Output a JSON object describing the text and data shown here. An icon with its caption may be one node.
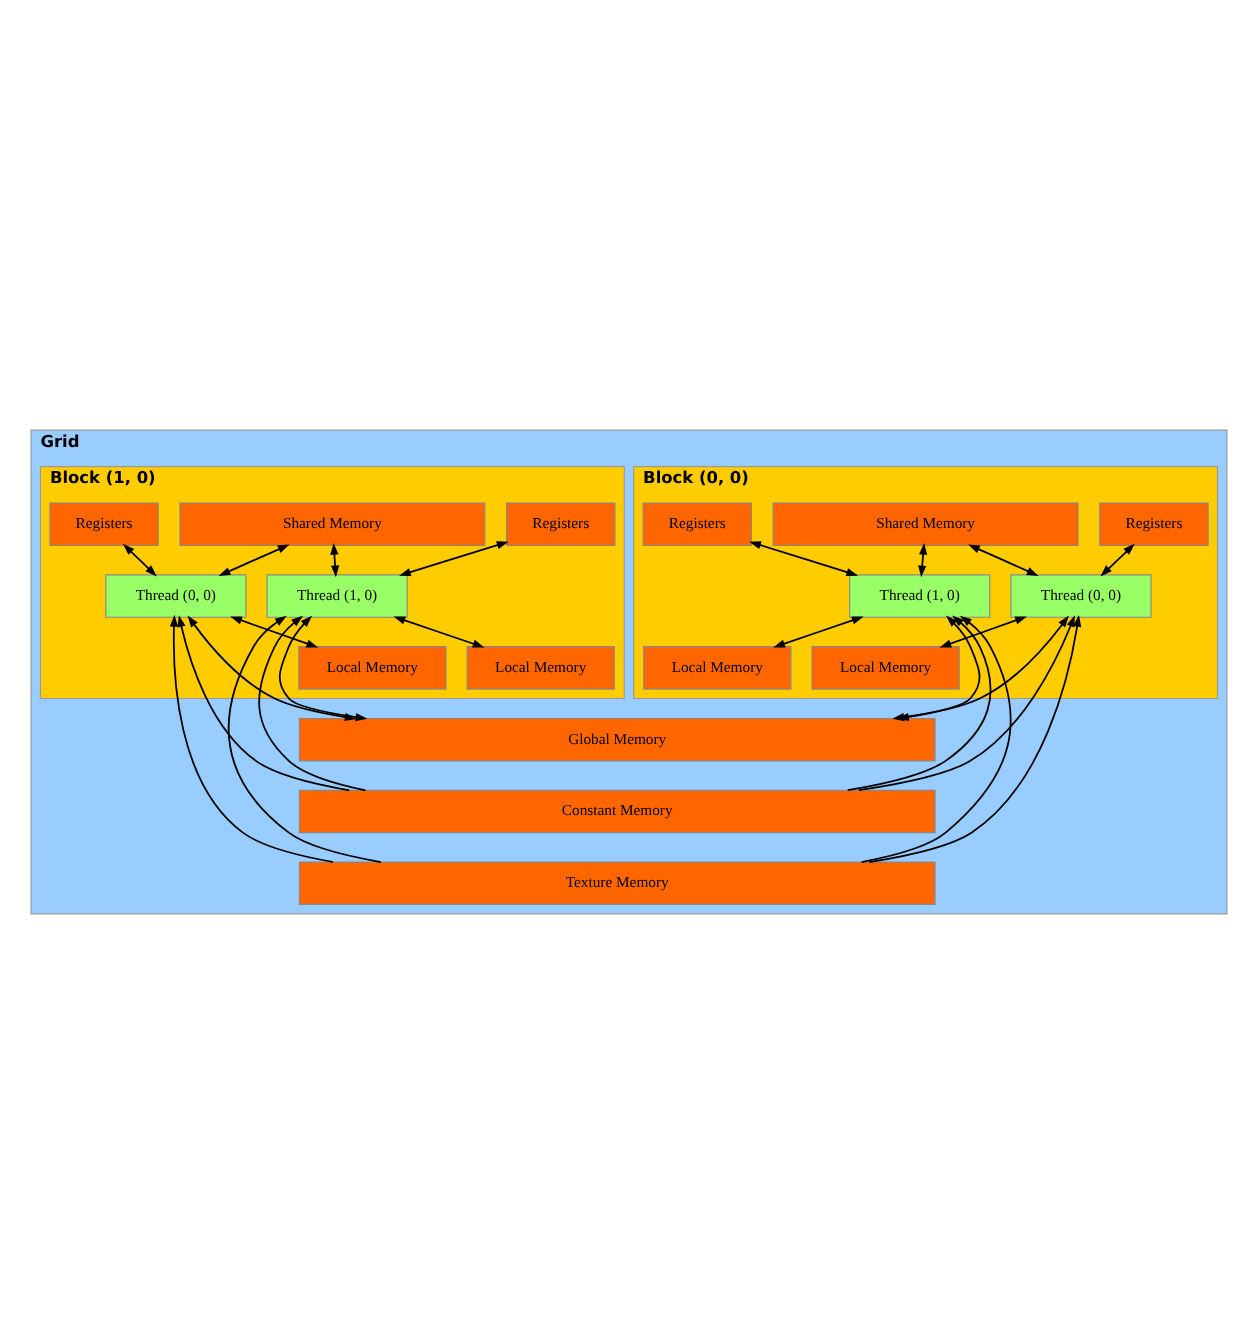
{
  "diagram": {
    "nodes": [
      {
        "text": [
          "Grid"
        ]
      },
      {
        "text": [
          "Block (0, 0)"
        ],
        "in": 0
      },
      {
        "text": [
          "Shared Memory"
        ],
        "in": 1
      },
      {
        "text": [
          "Registers"
        ],
        "in": 1
      },
      {
        "text": [
          "Registers"
        ],
        "in": 1
      },
      {
        "text": [
          "Thread (0, 0)"
        ],
        "in": 1
      },
      {
        "text": [
          "Thread (1, 0)"
        ],
        "in": 1
      },
      {
        "text": [
          "Local Memory"
        ],
        "in": 1
      },
      {
        "text": [
          "Local Memory"
        ],
        "in": 1
      },
      {
        "text": [
          "Block (1, 0)"
        ],
        "in": 0
      },
      {
        "text": [
          "Shared Memory"
        ],
        "in": 9
      },
      {
        "text": [
          "Registers"
        ],
        "in": 9
      },
      {
        "text": [
          "Registers"
        ],
        "in": 9
      },
      {
        "text": [
          "Thread (0, 0)"
        ],
        "in": 9
      },
      {
        "text": [
          "Thread (1, 0)"
        ],
        "in": 9
      },
      {
        "text": [
          "Local Memory"
        ],
        "in": 9
      },
      {
        "text": [
          "Local Memory"
        ],
        "in": 9
      },
      {
        "text": [
          "Global Memory"
        ],
        "in": 0
      },
      {
        "text": [
          "Constant Memory"
        ],
        "in": 0
      },
      {
        "text": [
          "Texture Memory"
        ],
        "in": 0
      }
    ],
    "edges": [
      {
        "from": 2,
        "to": 5,
        "arrow": "both"
      },
      {
        "from": 2,
        "to": 6,
        "arrow": "both"
      },
      {
        "from": 3,
        "to": 5,
        "arrow": "both"
      },
      {
        "from": 4,
        "to": 6,
        "arrow": "both"
      },
      {
        "from": 5,
        "to": 7,
        "arrow": "both"
      },
      {
        "from": 6,
        "to": 8,
        "arrow": "both"
      },
      {
        "from": 5,
        "to": 17,
        "arrow": "both"
      },
      {
        "from": 18,
        "to": 5,
        "arrow": "to"
      },
      {
        "from": 19,
        "to": 5,
        "arrow": "to"
      },
      {
        "from": 6,
        "to": 17,
        "arrow": "both"
      },
      {
        "from": 18,
        "to": 6,
        "arrow": "to"
      },
      {
        "from": 19,
        "to": 6,
        "arrow": "to"
      },
      {
        "from": 10,
        "to": 13,
        "arrow": "both"
      },
      {
        "from": 10,
        "to": 14,
        "arrow": "both"
      },
      {
        "from": 11,
        "to": 13,
        "arrow": "both"
      },
      {
        "from": 12,
        "to": 14,
        "arrow": "both"
      },
      {
        "from": 13,
        "to": 15,
        "arrow": "both"
      },
      {
        "from": 14,
        "to": 16,
        "arrow": "both"
      },
      {
        "from": 13,
        "to": 17,
        "arrow": "both"
      },
      {
        "from": 18,
        "to": 13,
        "arrow": "to"
      },
      {
        "from": 19,
        "to": 13,
        "arrow": "to"
      },
      {
        "from": 14,
        "to": 17,
        "arrow": "both"
      },
      {
        "from": 18,
        "to": 14,
        "arrow": "to"
      },
      {
        "from": 19,
        "to": 14,
        "arrow": "to"
      }
    ]
  }
}
